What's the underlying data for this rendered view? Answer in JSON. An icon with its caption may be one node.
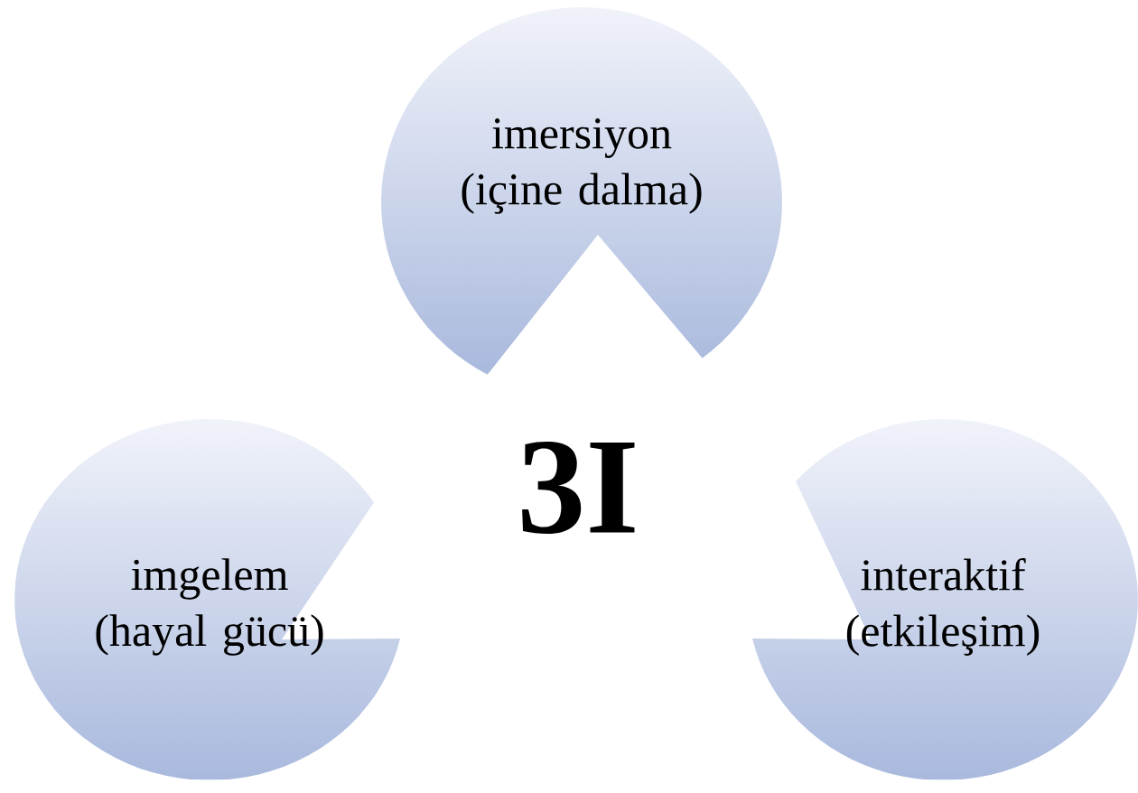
{
  "diagram": {
    "nodes": [
      {
        "text": [
          "imersiyon (içine dalma)"
        ]
      },
      {
        "text": [
          "imgelem (hayal gücü)"
        ]
      },
      {
        "text": [
          "interaktif (etkileşim)"
        ]
      }
    ],
    "labels": [
      "3I"
    ]
  }
}
